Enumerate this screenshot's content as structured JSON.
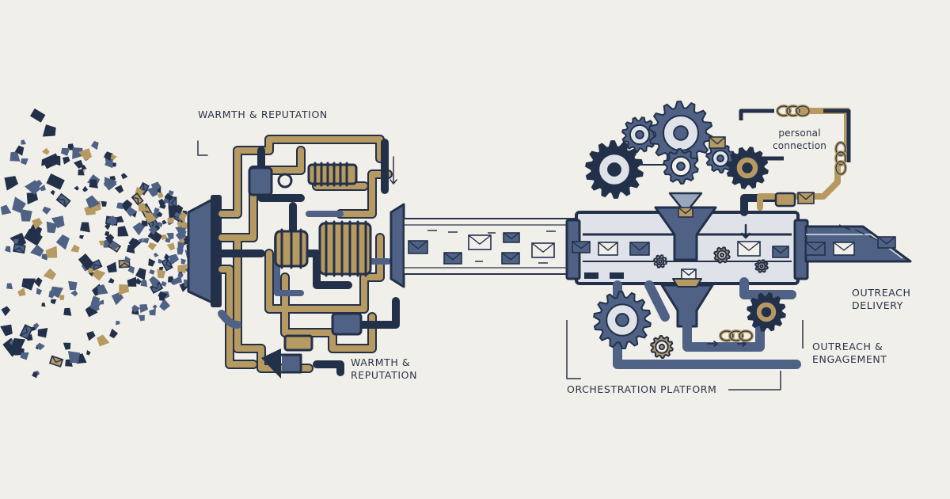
{
  "labels": {
    "warmth_top": "WARMTH & REPUTATION",
    "warmth_bottom": "WARMTH &\nREPUTATION",
    "personal_connection": "personal\nconnection",
    "outreach_delivery": "OUTREACH\nDELIVERY",
    "outreach_engagement": "OUTREACH &\nENGAGEMENT",
    "orchestration_platform": "ORCHESTRATION PLATFORM"
  },
  "colors": {
    "background": "#f1efea",
    "navy": "#23304a",
    "slate": "#4f6286",
    "gold": "#b69a62",
    "ink": "#2b3348"
  },
  "icons": [
    "envelope-icon",
    "gear-icon",
    "funnel-icon",
    "chain-link-icon",
    "coil-icon",
    "pipe-network"
  ]
}
